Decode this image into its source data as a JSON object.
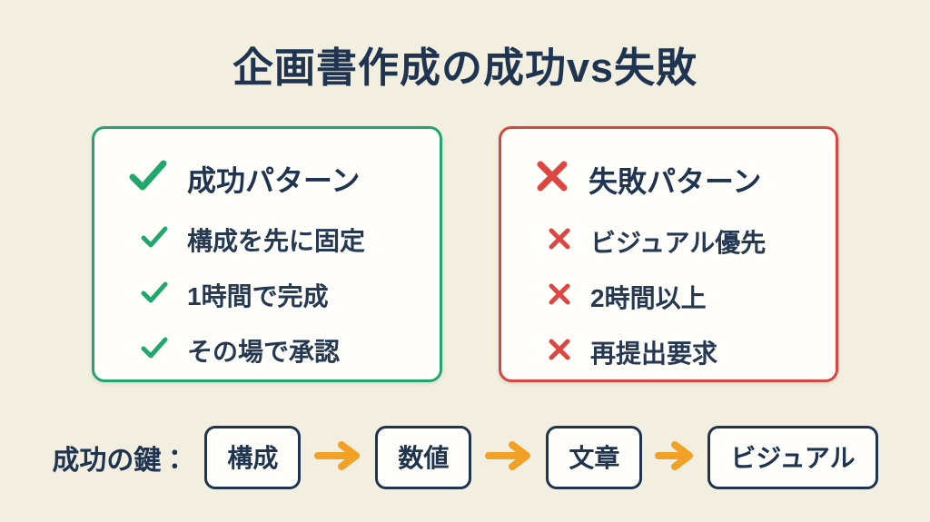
{
  "title": "企画書作成の成功vs失敗",
  "success_card": {
    "header": "成功パターン",
    "items": [
      "構成を先に固定",
      "1時間で完成",
      "その場で承認"
    ]
  },
  "failure_card": {
    "header": "失敗パターン",
    "items": [
      "ビジュアル優先",
      "2時間以上",
      "再提出要求"
    ]
  },
  "key_row": {
    "label": "成功の鍵：",
    "steps": [
      "構成",
      "数値",
      "文章",
      "ビジュアル"
    ]
  },
  "colors": {
    "background": "#f3efe0",
    "text_dark": "#1e3450",
    "success_green": "#1fa86c",
    "failure_red": "#dd4641",
    "arrow_orange": "#f0a126",
    "card_background": "#fffefa"
  }
}
